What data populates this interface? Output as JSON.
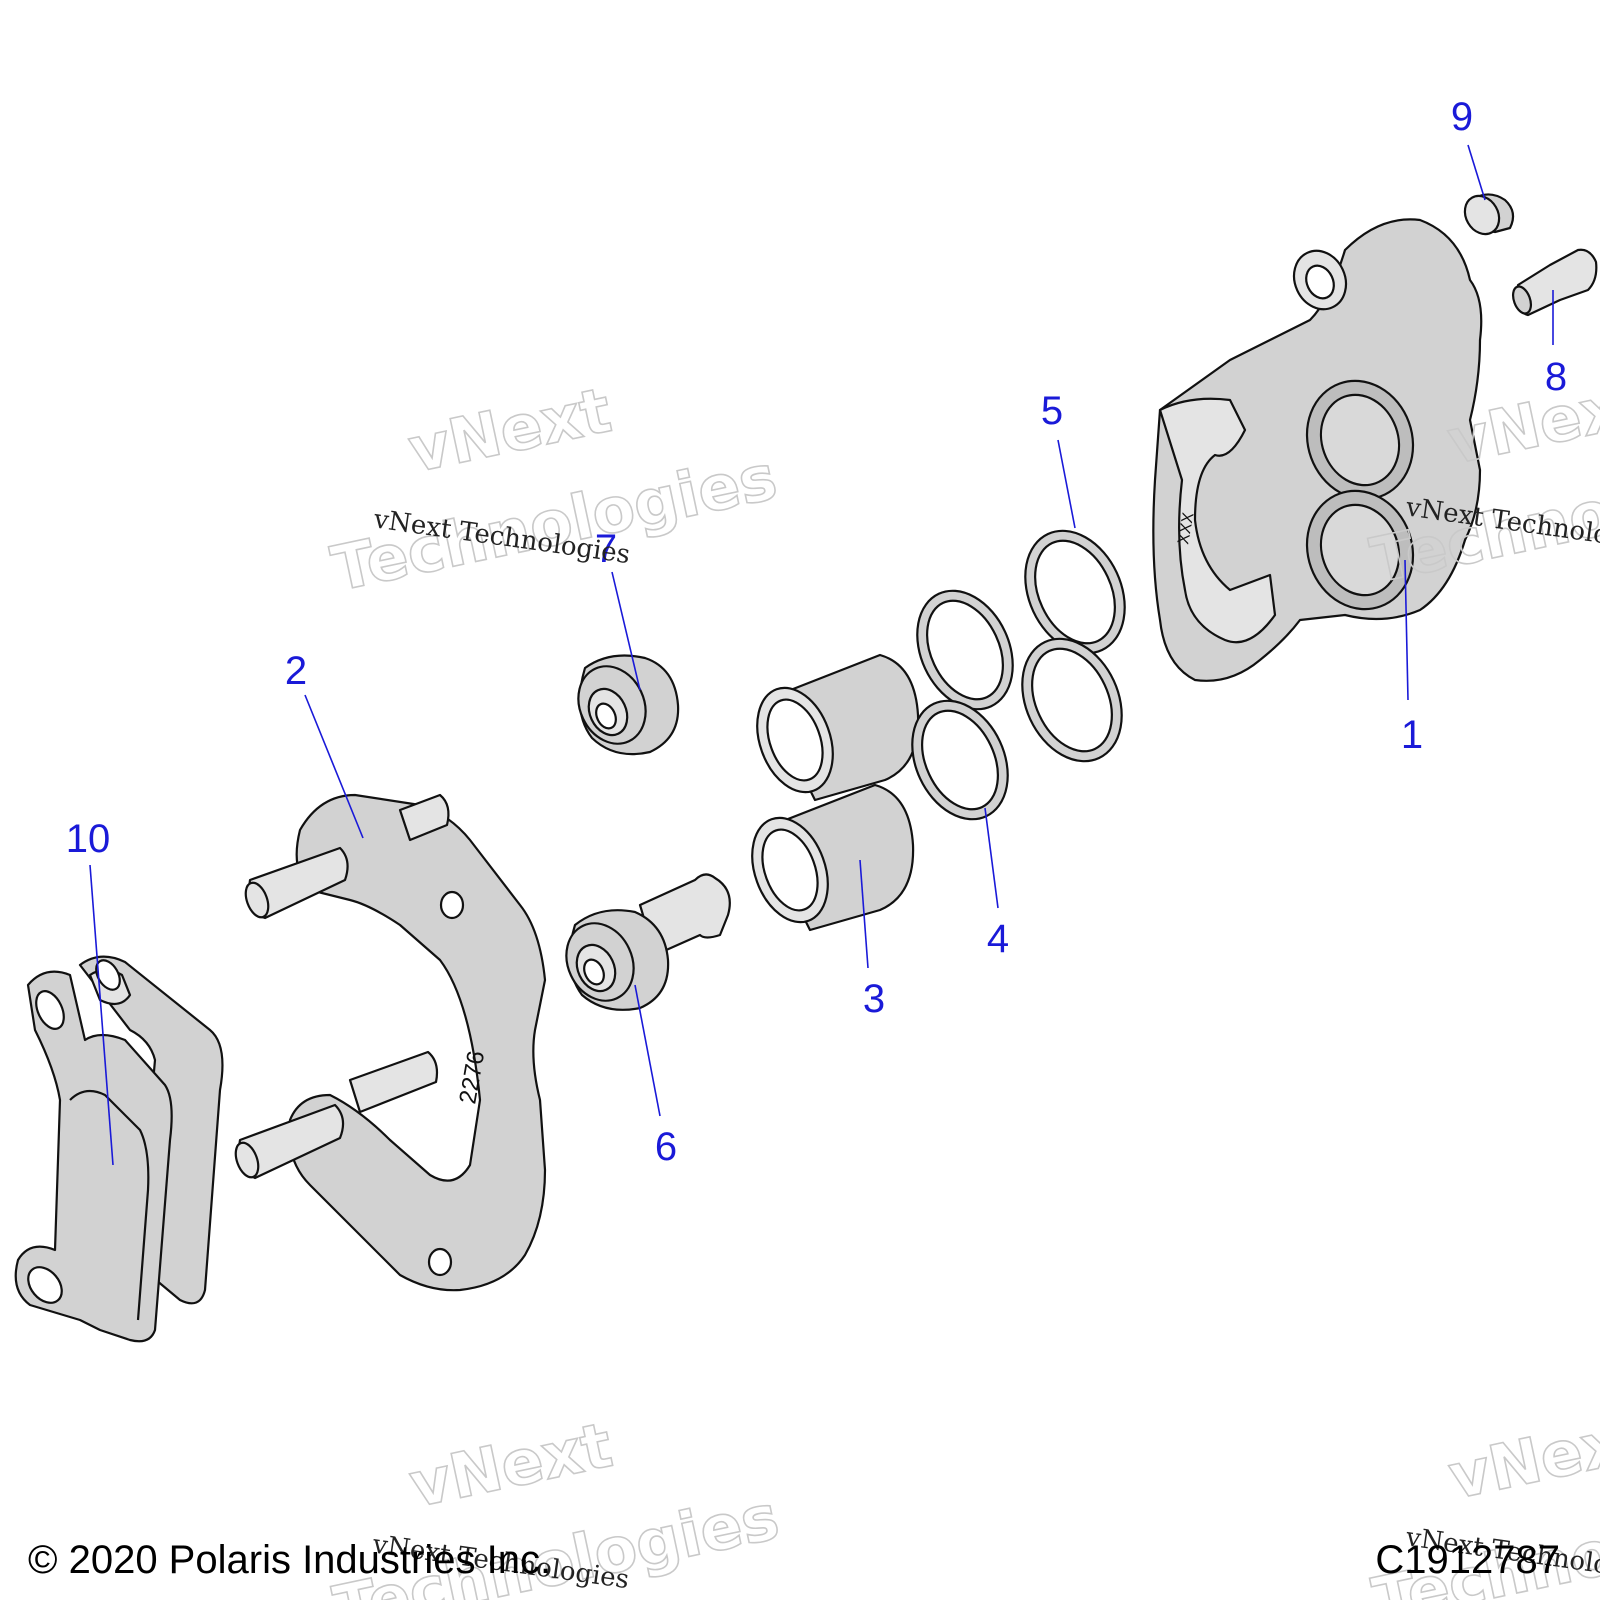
{
  "colors": {
    "callout": "#1a1ad8",
    "part_fill": "#d2d2d2",
    "part_fill_light": "#e4e4e4",
    "outline": "#111111",
    "watermark": "#c9c9c9"
  },
  "callouts": [
    {
      "id": "1",
      "label": "1"
    },
    {
      "id": "2",
      "label": "2"
    },
    {
      "id": "3",
      "label": "3"
    },
    {
      "id": "4",
      "label": "4"
    },
    {
      "id": "5",
      "label": "5"
    },
    {
      "id": "6",
      "label": "6"
    },
    {
      "id": "7",
      "label": "7"
    },
    {
      "id": "8",
      "label": "8"
    },
    {
      "id": "9",
      "label": "9"
    },
    {
      "id": "10",
      "label": "10"
    }
  ],
  "part_markings": {
    "bracket": "2276",
    "caliper": "XXX"
  },
  "watermark": {
    "line1": "vNext Technologies",
    "line2": "vNext",
    "line3": "Technologies"
  },
  "footer": {
    "copyright": "© 2020 Polaris Industries Inc.",
    "drawing_id": "C1912787"
  }
}
